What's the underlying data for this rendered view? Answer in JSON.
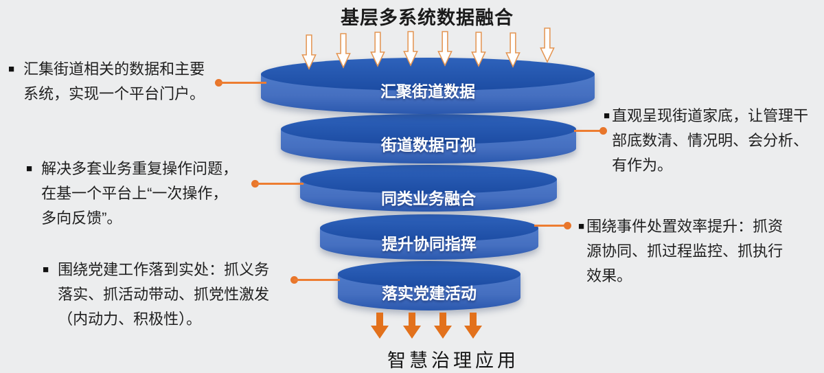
{
  "diagram": {
    "title": "基层多系统数据融合",
    "bottom_label": "智慧治理应用",
    "funnel_tiers": [
      {
        "label": "汇聚街道数据"
      },
      {
        "label": "街道数据可视"
      },
      {
        "label": "同类业务融合"
      },
      {
        "label": "提升协同指挥"
      },
      {
        "label": "落实党建活动"
      }
    ],
    "notes_left": [
      {
        "bullet": "■",
        "text": "汇集街道相关的数据和主要系统，实现一个平台门户。"
      },
      {
        "bullet": "■",
        "text": "解决多套业务重复操作问题，在基一个平台上“一次操作，多向反馈”。"
      },
      {
        "bullet": "■",
        "text": "围绕党建工作落到实处：抓义务落实、抓活动带动、抓党性激发（内动力、积极性）。"
      }
    ],
    "notes_right": [
      {
        "bullet": "■",
        "text": "直观呈现街道家底，让管理干部底数清、情况明、会分析、有作为。"
      },
      {
        "bullet": "■",
        "text": "围绕事件处置效率提升：抓资源协同、抓过程监控、抓执行效果。"
      }
    ],
    "top_arrows": {
      "count": 8,
      "icon": "hollow-down-arrow"
    },
    "bottom_arrows": {
      "count": 4,
      "icon": "solid-down-arrow"
    },
    "colors": {
      "disk_top": "#1f51a9",
      "disk_body": "#4a76c6",
      "accent_orange": "#ed7d31",
      "background": "#ecedee",
      "text": "#1f1f1f"
    }
  }
}
